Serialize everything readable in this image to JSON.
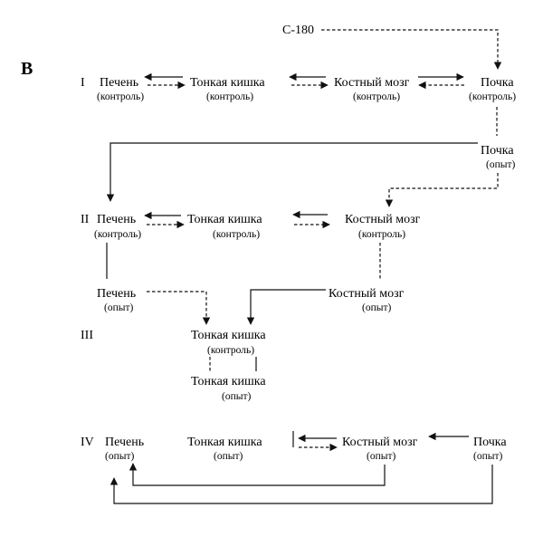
{
  "panel_label": "B",
  "source_label": "С-180",
  "rows": [
    {
      "roman": "I",
      "nodes": {
        "liver": {
          "name": "Печень",
          "status": "(контроль)"
        },
        "gut": {
          "name": "Тонкая кишка",
          "status": "(контроль)"
        },
        "marrow": {
          "name": "Костный мозг",
          "status": "(контроль)"
        },
        "kidney": {
          "name": "Почка",
          "status": "(контроль)"
        }
      }
    },
    {
      "roman": "",
      "nodes": {
        "kidney": {
          "name": "Почка",
          "status": "(опыт)"
        }
      }
    },
    {
      "roman": "II",
      "nodes": {
        "liver": {
          "name": "Печень",
          "status": "(контроль)"
        },
        "gut": {
          "name": "Тонкая кишка",
          "status": "(контроль)"
        },
        "marrow": {
          "name": "Костный мозг",
          "status": "(контроль)"
        }
      }
    },
    {
      "roman": "",
      "nodes": {
        "liver": {
          "name": "Печень",
          "status": "(опыт)"
        },
        "marrow": {
          "name": "Костный мозг",
          "status": "(опыт)"
        }
      }
    },
    {
      "roman": "III",
      "nodes": {
        "gut": {
          "name": "Тонкая кишка",
          "status": "(контроль)"
        }
      }
    },
    {
      "roman": "",
      "nodes": {
        "gut": {
          "name": "Тонкая кишка",
          "status": "(опыт)"
        }
      }
    },
    {
      "roman": "IV",
      "nodes": {
        "liver": {
          "name": "Печень",
          "status": "(опыт)"
        },
        "gut": {
          "name": "Тонкая кишка",
          "status": "(опыт)"
        },
        "marrow": {
          "name": "Костный мозг",
          "status": "(опыт)"
        },
        "kidney": {
          "name": "Почка",
          "status": "(опыт)"
        }
      }
    }
  ]
}
